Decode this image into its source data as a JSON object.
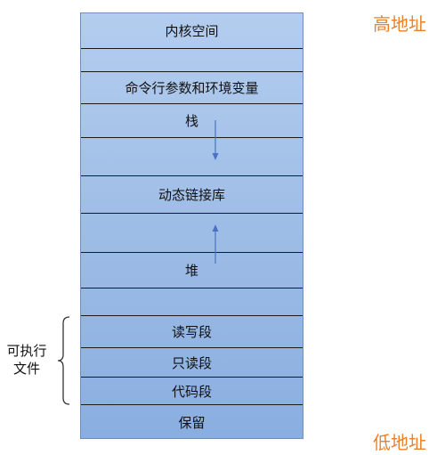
{
  "memory_layout": {
    "segments": [
      {
        "label": "内核空间"
      },
      {
        "label": ""
      },
      {
        "label": "命令行参数和环境变量"
      },
      {
        "label": "栈"
      },
      {
        "label": ""
      },
      {
        "label": "动态链接库"
      },
      {
        "label": ""
      },
      {
        "label": "堆"
      },
      {
        "label": ""
      },
      {
        "label": "读写段"
      },
      {
        "label": "只读段"
      },
      {
        "label": "代码段"
      },
      {
        "label": "保留"
      }
    ],
    "stack_growth": "down",
    "heap_growth": "up"
  },
  "address_labels": {
    "high": "高地址",
    "low": "低地址"
  },
  "executable_file_group": {
    "line1": "可执行",
    "line2": "文件"
  },
  "colors": {
    "address_label": "#e8822d",
    "arrow": "#4a72c4",
    "segment_fill": "#9ebde6"
  }
}
